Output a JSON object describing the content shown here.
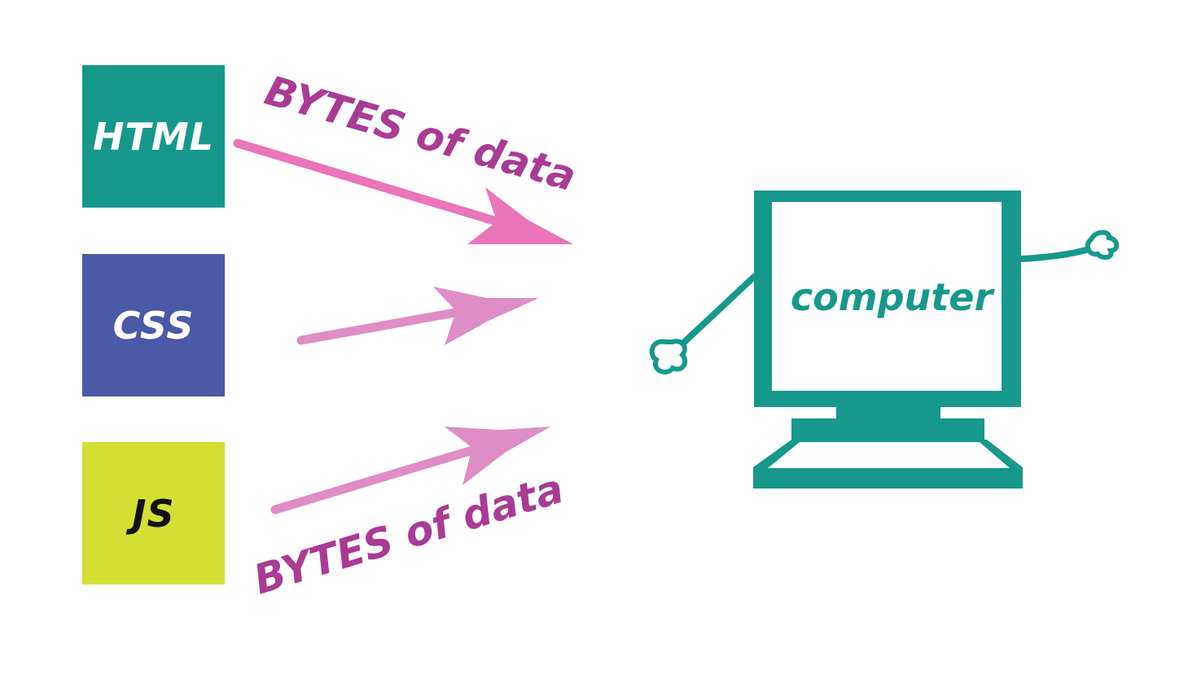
{
  "boxes": [
    {
      "label": "HTML",
      "color": "#16998a",
      "text_color": "#ffffff"
    },
    {
      "label": "CSS",
      "color": "#4b59a6",
      "text_color": "#ffffff"
    },
    {
      "label": "JS",
      "color": "#d3e033",
      "text_color": "#111111"
    }
  ],
  "captions": {
    "top": "BYTES of data",
    "bottom": "BYTES of data",
    "color": "#a93b95"
  },
  "computer": {
    "label": "computer",
    "color": "#16998a"
  },
  "arrow_colors": {
    "html": "#ea75b9",
    "css": "#de8ec4",
    "js": "#de8ec4"
  }
}
